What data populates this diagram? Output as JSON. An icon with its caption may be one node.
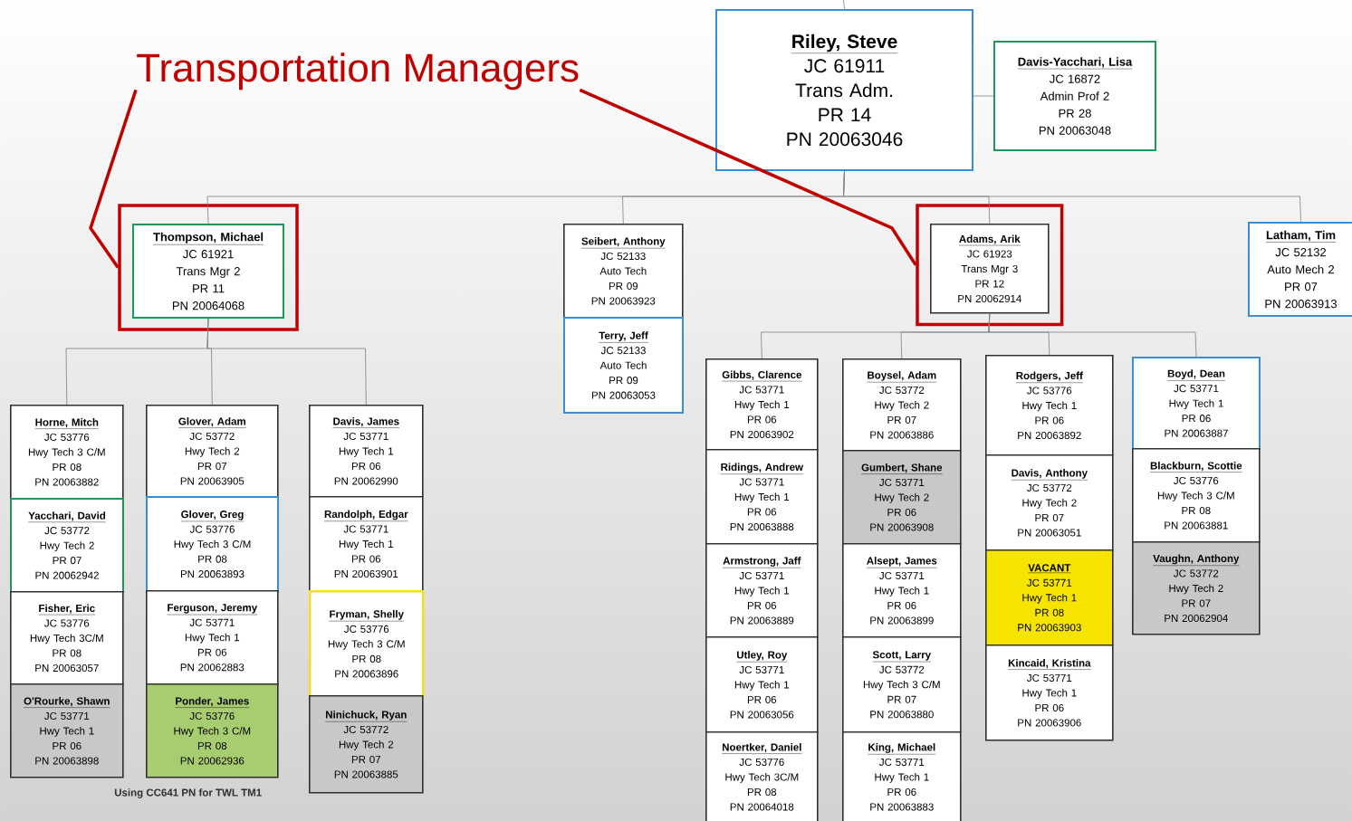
{
  "diagram": {
    "nodes": [
      {
        "text": [
          "Transportation Managers"
        ]
      },
      {
        "text": [
          "Riley, Steve",
          "JC 61911",
          "Trans Adm.",
          "PR 14",
          "PN 20063046"
        ]
      },
      {
        "text": [
          "Davis-Yacchari, Lisa",
          "JC 16872",
          "Admin Prof 2",
          "PR 28",
          "PN 20063048"
        ]
      },
      {
        "text": [],
        "shape": "box"
      },
      {
        "text": [
          "Thompson, Michael",
          "JC 61921",
          "Trans Mgr 2",
          "PR 11",
          "PN 20064068"
        ],
        "in": 3
      },
      {
        "text": [
          "Seibert, Anthony",
          "JC 52133",
          "Auto Tech",
          "PR 09",
          "PN 20063923"
        ]
      },
      {
        "text": [
          "Terry, Jeff",
          "JC 52133",
          "Auto Tech",
          "PR 09",
          "PN 20063053"
        ]
      },
      {
        "text": [],
        "shape": "box"
      },
      {
        "text": [
          "Adams, Arik",
          "JC 61923",
          "Trans Mgr 3",
          "PR 12",
          "PN 20062914"
        ],
        "in": 7
      },
      {
        "text": [
          "Latham, Tim",
          "JC 52132",
          "Auto Mech 2",
          "PR 07",
          "PN 20063913"
        ]
      },
      {
        "text": [
          "Horne, Mitch",
          "JC 53776",
          "Hwy Tech 3 C/M",
          "PR 08",
          "PN 20063882"
        ]
      },
      {
        "text": [
          "Yacchari, David",
          "JC 53772",
          "Hwy Tech 2",
          "PR 07",
          "PN 20062942"
        ]
      },
      {
        "text": [
          "Fisher, Eric",
          "JC 53776",
          "Hwy Tech 3C/M",
          "PR 08",
          "PN 20063057"
        ]
      },
      {
        "text": [
          "O'Rourke, Shawn",
          "JC 53771",
          "Hwy Tech 1",
          "PR 06",
          "PN 20063898"
        ]
      },
      {
        "text": [
          "Glover, Adam",
          "JC 53772",
          "Hwy Tech 2",
          "PR 07",
          "PN 20063905"
        ]
      },
      {
        "text": [
          "Glover, Greg",
          "JC 53776",
          "Hwy Tech 3 C/M",
          "PR 08",
          "PN 20063893"
        ]
      },
      {
        "text": [
          "Ferguson, Jeremy",
          "JC 53771",
          "Hwy Tech 1",
          "PR 06",
          "PN 20062883"
        ]
      },
      {
        "text": [
          "Ponder, James",
          "JC 53776",
          "Hwy Tech 3 C/M",
          "PR 08",
          "PN 20062936"
        ]
      },
      {
        "text": [
          "Davis, James",
          "JC 53771",
          "Hwy Tech 1",
          "PR 06",
          "PN 20062990"
        ]
      },
      {
        "text": [
          "Randolph, Edgar",
          "JC 53771",
          "Hwy Tech 1",
          "PR 06",
          "PN 20063901"
        ]
      },
      {
        "text": [
          "Fryman, Shelly",
          "JC 53776",
          "Hwy Tech 3 C/M",
          "PR 08",
          "PN 20063896"
        ]
      },
      {
        "text": [
          "Ninichuck, Ryan",
          "JC 53772",
          "Hwy Tech 2",
          "PR 07",
          "PN 20063885"
        ]
      },
      {
        "text": [
          "Gibbs, Clarence",
          "JC 53771",
          "Hwy Tech 1",
          "PR 06",
          "PN 20063902"
        ]
      },
      {
        "text": [
          "Ridings, Andrew",
          "JC 53771",
          "Hwy Tech 1",
          "PR 06",
          "PN 20063888"
        ]
      },
      {
        "text": [
          "Armstrong, Jaff",
          "JC 53771",
          "Hwy Tech 1",
          "PR 06",
          "PN 20063889"
        ]
      },
      {
        "text": [
          "Utley, Roy",
          "JC 53771",
          "Hwy Tech 1",
          "PR 06",
          "PN 20063056"
        ]
      },
      {
        "text": [
          "Noertker, Daniel",
          "JC 53776",
          "Hwy Tech 3C/M",
          "PR 08",
          "PN 20064018"
        ]
      },
      {
        "text": [
          "Boysel, Adam",
          "JC 53772",
          "Hwy Tech 2",
          "PR 07",
          "PN 20063886"
        ]
      },
      {
        "text": [
          "Gumbert, Shane",
          "JC 53771",
          "Hwy Tech 2",
          "PR 06",
          "PN 20063908"
        ]
      },
      {
        "text": [
          "Alsept, James",
          "JC 53771",
          "Hwy Tech 1",
          "PR 06",
          "PN 20063899"
        ]
      },
      {
        "text": [
          "Scott, Larry",
          "JC 53772",
          "Hwy Tech 3 C/M",
          "PR 07",
          "PN 20063880"
        ]
      },
      {
        "text": [
          "King, Michael",
          "JC 53771",
          "Hwy Tech 1",
          "PR 06",
          "PN 20063883"
        ]
      },
      {
        "text": [
          "Rodgers, Jeff",
          "JC 53776",
          "Hwy Tech 1",
          "PR 06",
          "PN 20063892"
        ]
      },
      {
        "text": [
          "Davis, Anthony",
          "JC 53772",
          "Hwy Tech 2",
          "PR 07",
          "PN 20063051"
        ]
      },
      {
        "text": [
          "VACANT",
          "JC 53771",
          "Hwy Tech 1",
          "PR 08",
          "PN 20063903"
        ]
      },
      {
        "text": [
          "Kincaid, Kristina",
          "JC 53771",
          "Hwy Tech 1",
          "PR 06",
          "PN 20063906"
        ]
      },
      {
        "text": [
          "Boyd, Dean",
          "JC 53771",
          "Hwy Tech 1",
          "PR 06",
          "PN 20063887"
        ]
      },
      {
        "text": [
          "Blackburn, Scottie",
          "JC 53776",
          "Hwy Tech 3 C/M",
          "PR 08",
          "PN 20063881"
        ]
      },
      {
        "text": [
          "Vaughn, Anthony",
          "JC 53772",
          "Hwy Tech 2",
          "PR 07",
          "PN 20062904"
        ]
      }
    ],
    "edges": [
      {
        "from": null,
        "to": 1,
        "arrow": "none"
      },
      {
        "from": 1,
        "to": 2,
        "arrow": "none"
      },
      {
        "from": 1,
        "to": 4,
        "arrow": "none"
      },
      {
        "from": 1,
        "to": 5,
        "arrow": "none"
      },
      {
        "from": 1,
        "to": 8,
        "arrow": "none"
      },
      {
        "from": 1,
        "to": 9,
        "arrow": "none"
      },
      {
        "from": 4,
        "to": 10,
        "arrow": "none"
      },
      {
        "from": 4,
        "to": 14,
        "arrow": "none"
      },
      {
        "from": 4,
        "to": 18,
        "arrow": "none"
      },
      {
        "from": 8,
        "to": 22,
        "arrow": "none"
      },
      {
        "from": 8,
        "to": 27,
        "arrow": "none"
      },
      {
        "from": 8,
        "to": 32,
        "arrow": "none"
      },
      {
        "from": 8,
        "to": 36,
        "arrow": "none"
      },
      {
        "from": 0,
        "to": 3,
        "arrow": "none",
        "style": "thick",
        "color": "#c00000"
      },
      {
        "from": 0,
        "to": 7,
        "arrow": "none",
        "style": "thick",
        "color": "#c00000"
      }
    ],
    "labels": [
      "Using CC641 PN for TWL TM1"
    ]
  }
}
